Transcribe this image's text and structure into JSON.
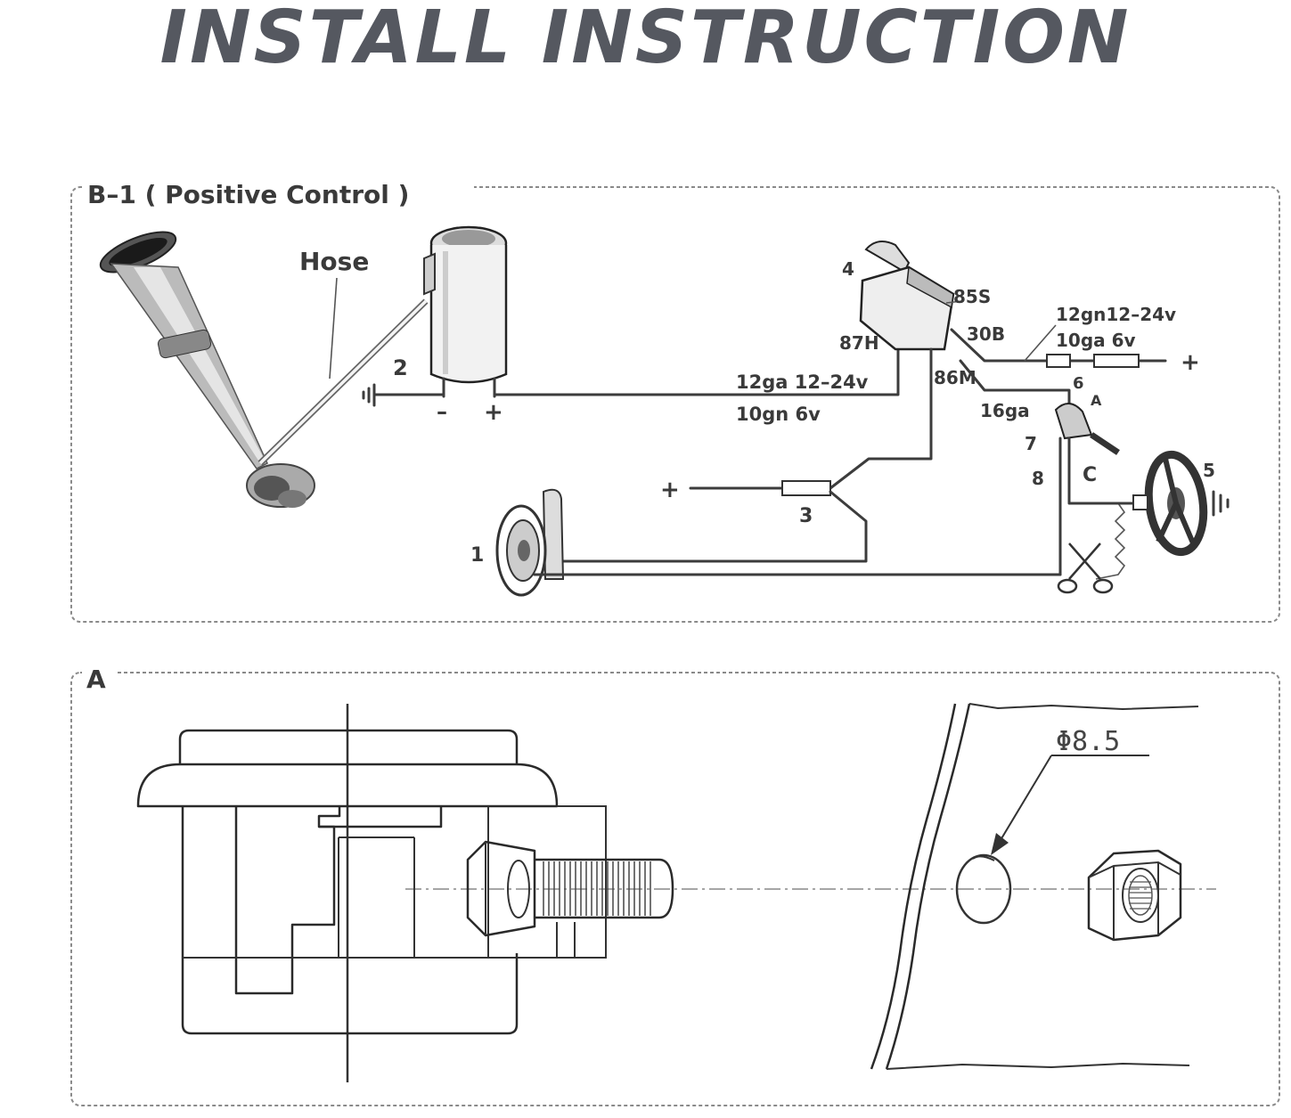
{
  "title": "INSTALL INSTRUCTION",
  "colors": {
    "title": "#555860",
    "line": "#3c3c3c",
    "frame": "#8a8a8a"
  },
  "panel_b1": {
    "heading": "B–1 ( Positive Control )",
    "labels": {
      "hose": "Hose",
      "n1": "1",
      "n2": "2",
      "n3": "3",
      "n4": "4",
      "n5": "5",
      "n6": "6",
      "n7": "7",
      "n8": "8",
      "a": "A",
      "c": "C",
      "minus": "–",
      "plus": "+",
      "plus_left": "+",
      "plus_right": "+",
      "wire_main_1": "12ga 12–24v",
      "wire_main_2": "10gn 6v",
      "wire_right_1": "12gn12–24v",
      "wire_right_2": "10ga 6v",
      "wire_16ga": "16ga",
      "relay_85s": "85S",
      "relay_30b": "30B",
      "relay_87h": "87H",
      "relay_86m": "86M"
    }
  },
  "panel_a": {
    "heading": "A",
    "hole_label": "Φ8.5"
  },
  "icons": [
    "horn-trumpet-icon",
    "compressor-icon",
    "relay-icon",
    "fuse-icon",
    "buzzer-horn-icon",
    "steering-wheel-icon",
    "scissors-icon",
    "ground-icon",
    "nut-icon",
    "bolt-icon"
  ]
}
